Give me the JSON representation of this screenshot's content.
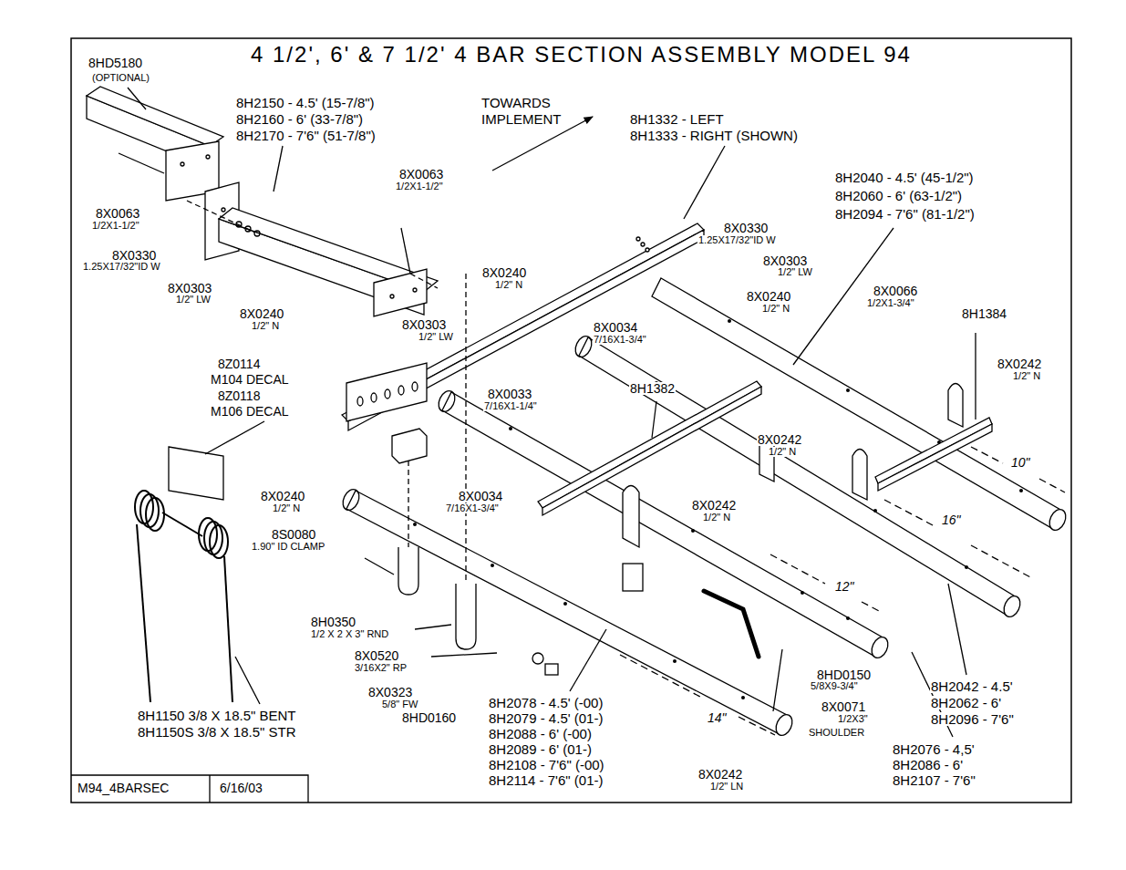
{
  "diagram": {
    "title": "4 1/2', 6' & 7 1/2' 4 BAR SECTION ASSEMBLY MODEL 94",
    "labels": [
      "8HD5180",
      "(OPTIONAL)",
      "8H2150 - 4.5' (15-7/8\")",
      "8H2160 - 6' (33-7/8\")",
      "8H2170 - 7'6\" (51-7/8\")",
      "TOWARDS",
      "IMPLEMENT",
      "8H1332 - LEFT",
      "8H1333 - RIGHT (SHOWN)",
      "8H2040 - 4.5' (45-1/2\")",
      "8H2060 - 6' (63-1/2\")",
      "8H2094 - 7'6\" (81-1/2\")",
      "8X0063",
      "1/2X1-1/2\"",
      "8X0063",
      "1/2X1-1/2\"",
      "8X0330",
      "1.25X17/32\"ID W",
      "8X0303",
      "1/2\" LW",
      "8X0240",
      "1/2\" N",
      "8X0240",
      "1/2\" N",
      "8X0330",
      "1.25X17/32\"ID W",
      "8X0303",
      "1/2\" LW",
      "8X0240",
      "1/2\" N",
      "8X0303",
      "1/2\" LW",
      "8X0066",
      "1/2X1-3/4\"",
      "8H1384",
      "8X0242",
      "1/2\" N",
      "8X0034",
      "7/16X1-3/4\"",
      "8H1382",
      "8X0033",
      "7/16X1-1/4\"",
      "8Z0114",
      "M104 DECAL",
      "8Z0118",
      "M106 DECAL",
      "8X0242",
      "1/2\" N",
      "10\"",
      "16\"",
      "8X0242",
      "1/2\" N",
      "8X0240",
      "1/2\" N",
      "8X0034",
      "7/16X1-3/4\"",
      "8S0080",
      "1.90\" ID CLAMP",
      "12\"",
      "8H0350",
      "1/2 X 2 X 3\" RND",
      "8X0520",
      "3/16X2\" RP",
      "8X0323",
      "5/8\" FW",
      "8HD0160",
      "8HD0150",
      "5/8X9-3/4\"",
      "8X0071",
      "1/2X3\"",
      "SHOULDER",
      "8H1150 3/8 X 18.5\" BENT",
      "8H1150S 3/8 X 18.5\" STR",
      "8H2078 - 4.5' (-00)",
      "8H2079 - 4.5' (01-)",
      "8H2088 - 6' (-00)",
      "8H2089 - 6' (01-)",
      "8H2108 - 7'6\" (-00)",
      "8H2114 - 7'6\" (01-)",
      "14\"",
      "8X0242",
      "1/2\" LN",
      "8H2042 - 4.5'",
      "8H2062 - 6'",
      "8H2096 - 7'6\"",
      "8H2076 - 4,5'",
      "8H2086 - 6'",
      "8H2107 - 7'6\"",
      "M94_4BARSEC",
      "6/16/03"
    ]
  }
}
